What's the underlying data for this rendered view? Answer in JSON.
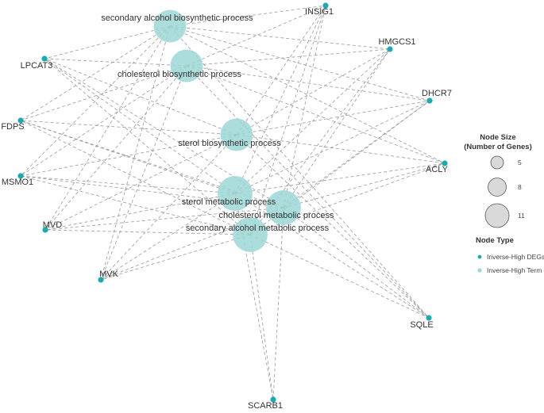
{
  "colors": {
    "gene": "#1aabb0",
    "term": "#9dd7d7",
    "edge": "#9a9a9a",
    "size_legend_fill": "#d9d9d9",
    "size_legend_stroke": "#555555"
  },
  "terms": [
    {
      "id": "t1",
      "label": "secondary alcohol biosynthetic process",
      "genes": 10
    },
    {
      "id": "t2",
      "label": "cholesterol biosynthetic process",
      "genes": 10
    },
    {
      "id": "t3",
      "label": "sterol biosynthetic process",
      "genes": 10
    },
    {
      "id": "t4",
      "label": "sterol metabolic process",
      "genes": 11
    },
    {
      "id": "t5",
      "label": "cholesterol metabolic process",
      "genes": 11
    },
    {
      "id": "t6",
      "label": "secondary alcohol metabolic process",
      "genes": 11
    }
  ],
  "genes": [
    {
      "id": "INSIG1",
      "label": "INSIG1"
    },
    {
      "id": "HMGCS1",
      "label": "HMGCS1"
    },
    {
      "id": "LPCAT3",
      "label": "LPCAT3"
    },
    {
      "id": "DHCR7",
      "label": "DHCR7"
    },
    {
      "id": "FDPS",
      "label": "FDPS"
    },
    {
      "id": "ACLY",
      "label": "ACLY"
    },
    {
      "id": "MSMO1",
      "label": "MSMO1"
    },
    {
      "id": "MVD",
      "label": "MVD"
    },
    {
      "id": "MVK",
      "label": "MVK"
    },
    {
      "id": "SQLE",
      "label": "SQLE"
    },
    {
      "id": "SCARB1",
      "label": "SCARB1"
    }
  ],
  "edges": [
    [
      "t1",
      "INSIG1"
    ],
    [
      "t1",
      "HMGCS1"
    ],
    [
      "t1",
      "DHCR7"
    ],
    [
      "t1",
      "FDPS"
    ],
    [
      "t1",
      "ACLY"
    ],
    [
      "t1",
      "MSMO1"
    ],
    [
      "t1",
      "MVD"
    ],
    [
      "t1",
      "MVK"
    ],
    [
      "t1",
      "SQLE"
    ],
    [
      "t1",
      "LPCAT3"
    ],
    [
      "t2",
      "INSIG1"
    ],
    [
      "t2",
      "HMGCS1"
    ],
    [
      "t2",
      "DHCR7"
    ],
    [
      "t2",
      "FDPS"
    ],
    [
      "t2",
      "ACLY"
    ],
    [
      "t2",
      "MSMO1"
    ],
    [
      "t2",
      "MVD"
    ],
    [
      "t2",
      "MVK"
    ],
    [
      "t2",
      "SQLE"
    ],
    [
      "t2",
      "LPCAT3"
    ],
    [
      "t3",
      "INSIG1"
    ],
    [
      "t3",
      "HMGCS1"
    ],
    [
      "t3",
      "DHCR7"
    ],
    [
      "t3",
      "FDPS"
    ],
    [
      "t3",
      "ACLY"
    ],
    [
      "t3",
      "MSMO1"
    ],
    [
      "t3",
      "MVD"
    ],
    [
      "t3",
      "MVK"
    ],
    [
      "t3",
      "SQLE"
    ],
    [
      "t3",
      "LPCAT3"
    ],
    [
      "t4",
      "INSIG1"
    ],
    [
      "t4",
      "HMGCS1"
    ],
    [
      "t4",
      "DHCR7"
    ],
    [
      "t4",
      "FDPS"
    ],
    [
      "t4",
      "ACLY"
    ],
    [
      "t4",
      "MSMO1"
    ],
    [
      "t4",
      "MVD"
    ],
    [
      "t4",
      "MVK"
    ],
    [
      "t4",
      "SQLE"
    ],
    [
      "t4",
      "LPCAT3"
    ],
    [
      "t4",
      "SCARB1"
    ],
    [
      "t5",
      "INSIG1"
    ],
    [
      "t5",
      "HMGCS1"
    ],
    [
      "t5",
      "DHCR7"
    ],
    [
      "t5",
      "FDPS"
    ],
    [
      "t5",
      "ACLY"
    ],
    [
      "t5",
      "MSMO1"
    ],
    [
      "t5",
      "MVD"
    ],
    [
      "t5",
      "MVK"
    ],
    [
      "t5",
      "SQLE"
    ],
    [
      "t5",
      "LPCAT3"
    ],
    [
      "t5",
      "SCARB1"
    ],
    [
      "t6",
      "INSIG1"
    ],
    [
      "t6",
      "HMGCS1"
    ],
    [
      "t6",
      "DHCR7"
    ],
    [
      "t6",
      "FDPS"
    ],
    [
      "t6",
      "ACLY"
    ],
    [
      "t6",
      "MSMO1"
    ],
    [
      "t6",
      "MVD"
    ],
    [
      "t6",
      "MVK"
    ],
    [
      "t6",
      "SQLE"
    ],
    [
      "t6",
      "LPCAT3"
    ],
    [
      "t6",
      "SCARB1"
    ]
  ],
  "legend": {
    "size_title_line1": "Node Size",
    "size_title_line2": "(Number of Genes)",
    "sizes": [
      5,
      8,
      11
    ],
    "type_title": "Node Type",
    "types": [
      {
        "label": "Inverse-High DEGs",
        "kind": "gene"
      },
      {
        "label": "Inverse-High Term",
        "kind": "term"
      }
    ]
  }
}
